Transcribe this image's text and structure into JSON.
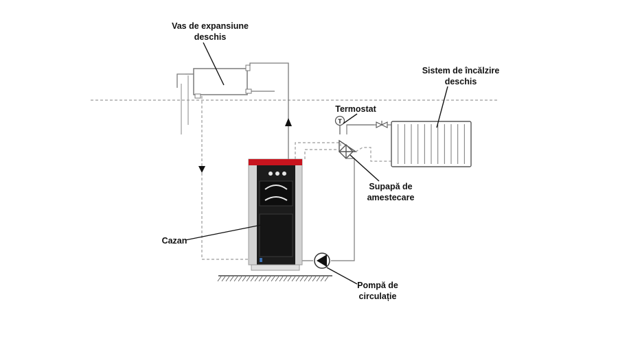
{
  "labels": {
    "expansion_vessel": [
      "Vas de expansiune",
      "deschis"
    ],
    "heating_system": [
      "Sistem de încălzire",
      "deschis"
    ],
    "thermostat": "Termostat",
    "thermostat_symbol": "T",
    "mixing_valve": [
      "Supapă de",
      "amestecare"
    ],
    "boiler": "Cazan",
    "pump": [
      "Pompă de",
      "circulație"
    ]
  },
  "colors": {
    "boiler_top": "#c8141e",
    "boiler_body": "#1a1a1a",
    "boiler_frame": "#bfbfbf",
    "pipe": "#8a8a8a",
    "dashed_pipe": "#9a9a9a",
    "level_line": "#9a9a9a"
  }
}
